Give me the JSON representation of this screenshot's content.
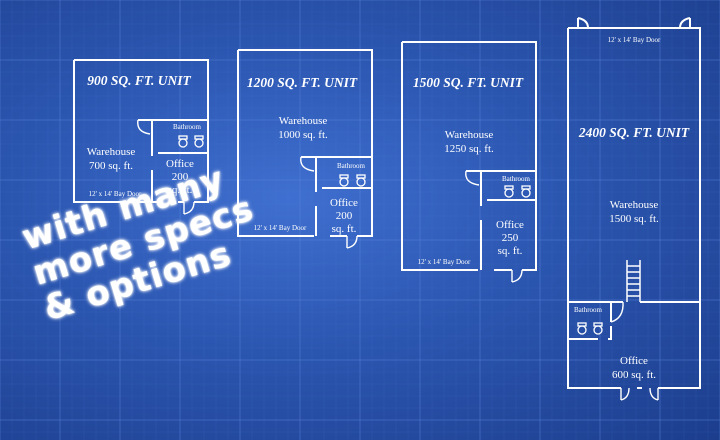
{
  "tagline": {
    "lines": [
      "with many",
      "more specs",
      "& options"
    ]
  },
  "units": [
    {
      "title": "900 SQ. FT. UNIT",
      "warehouse": [
        "Warehouse",
        "700 sq. ft."
      ],
      "bathroom": "Bathroom",
      "office": [
        "Office",
        "200",
        "sq. ft."
      ],
      "bay_door": "12' x 14' Bay Door"
    },
    {
      "title": "1200 SQ. FT. UNIT",
      "warehouse": [
        "Warehouse",
        "1000 sq. ft."
      ],
      "bathroom": "Bathroom",
      "office": [
        "Office",
        "200",
        "sq. ft."
      ],
      "bay_door": "12' x 14' Bay Door"
    },
    {
      "title": "1500 SQ. FT. UNIT",
      "warehouse": [
        "Warehouse",
        "1250 sq. ft."
      ],
      "bathroom": "Bathroom",
      "office": [
        "Office",
        "250",
        "sq. ft."
      ],
      "bay_door": "12' x 14' Bay Door"
    },
    {
      "title": "2400 SQ. FT. UNIT",
      "warehouse": [
        "Warehouse",
        "1500 sq. ft."
      ],
      "bathroom": "Bathroom",
      "office": [
        "Office",
        "600 sq. ft."
      ],
      "bay_door": "12' x 14' Bay Door"
    }
  ],
  "colors": {
    "background": "#2b56b0",
    "line": "#ffffff",
    "grid": "#5a86dc"
  }
}
